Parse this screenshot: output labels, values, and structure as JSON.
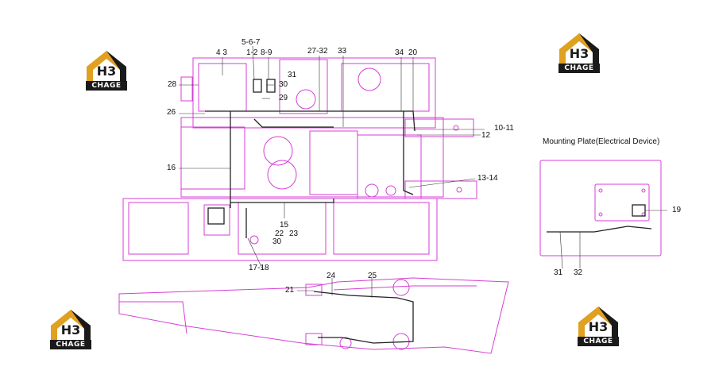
{
  "diagram": {
    "inset_title": "Mounting Plate(Electrical Device)",
    "callouts": {
      "c_4_3": "4 3",
      "c_5_6_7": "5-6-7",
      "c_1_2": "1-2",
      "c_8_9": "8-9",
      "c_27_32": "27-32",
      "c_33": "33",
      "c_34": "34",
      "c_20": "20",
      "c_28": "28",
      "c_31a": "31",
      "c_30a": "30",
      "c_29": "29",
      "c_26": "26",
      "c_10_11": "10-11",
      "c_12": "12",
      "c_16": "16",
      "c_13_14": "13-14",
      "c_15": "15",
      "c_22": "22",
      "c_23": "23",
      "c_30b": "30",
      "c_17_18": "17-18",
      "c_19": "19",
      "c_31b": "31",
      "c_32": "32",
      "c_21": "21",
      "c_24": "24",
      "c_25": "25"
    }
  },
  "logos": {
    "top_left": {
      "mark": "H3",
      "word": "CHAGE"
    },
    "top_right": {
      "mark": "H3",
      "word": "CHAGE"
    },
    "bottom_left": {
      "mark": "H3",
      "word": "CHAGE"
    },
    "bottom_right": {
      "mark": "H3",
      "word": "CHAGE"
    }
  },
  "colors": {
    "line": "#d63fd6",
    "wire": "#222222",
    "logo_gold": "#e0a020",
    "logo_dark": "#1a1a1a"
  }
}
